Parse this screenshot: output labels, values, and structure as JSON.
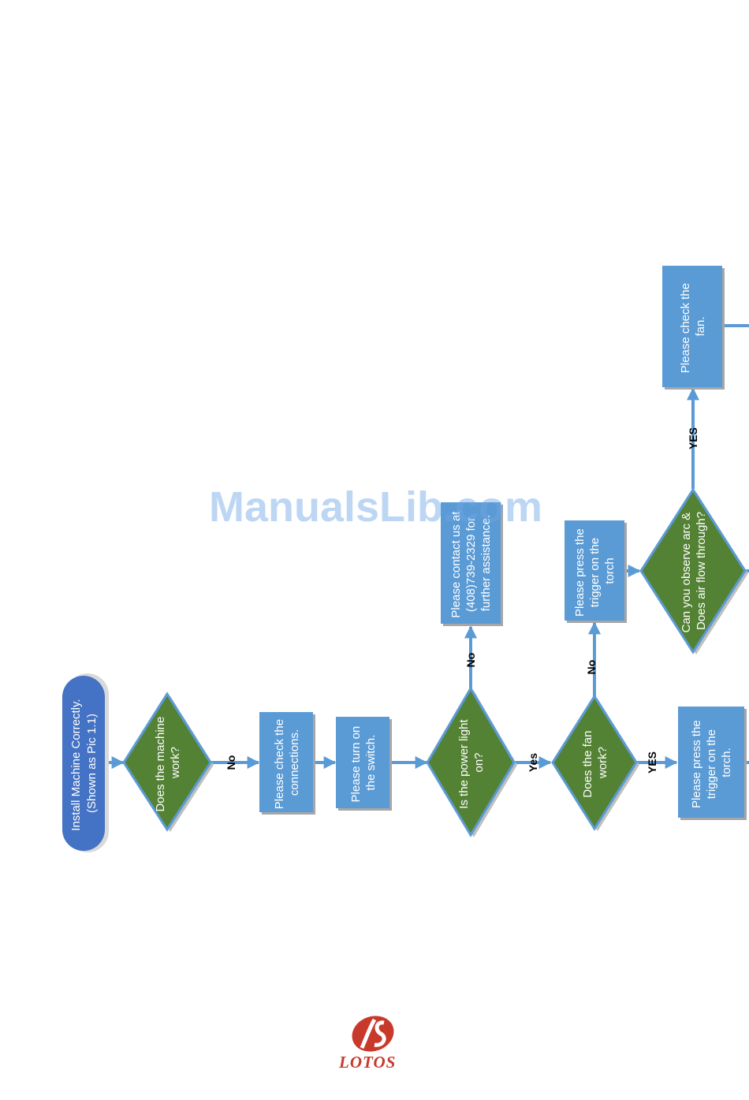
{
  "nodes": {
    "start": [
      "Install Machine Correctly.",
      "(Shown as Pic 1.1)"
    ],
    "q_machine_work": [
      "Does the machine",
      "work?"
    ],
    "check_connections": [
      "Please check the",
      "connections."
    ],
    "turn_on_switch": [
      "Please turn on",
      "the switch."
    ],
    "q_power_light": [
      "Is the power light",
      "on?"
    ],
    "contact_us": [
      "Please contact us at",
      "(408)739-2329 for",
      "further assistance."
    ],
    "q_fan_work": [
      "Does the fan",
      "work?"
    ],
    "press_trigger_1": [
      "Please press the",
      "trigger on the",
      "torch"
    ],
    "press_trigger_2": [
      "Please press the",
      "trigger on the",
      "torch."
    ],
    "q_arc_air": [
      "Can you observe arc &",
      "Does air flow through?"
    ],
    "check_fan": [
      "Please check the",
      "fan."
    ]
  },
  "edges": {
    "no_1": "No",
    "no_2": "No",
    "yes_1": "Yes",
    "no_3": "No",
    "yes_2": "YES",
    "yes_3": "YES"
  },
  "watermark": "ManualsLib.com",
  "logo": {
    "mark": "LS",
    "text": "LOTOS"
  },
  "colors": {
    "process": "#5b9bd5",
    "decision": "#548235",
    "terminator": "#4472c4",
    "connector": "#5b9bd5",
    "logo": "#c8392b"
  }
}
